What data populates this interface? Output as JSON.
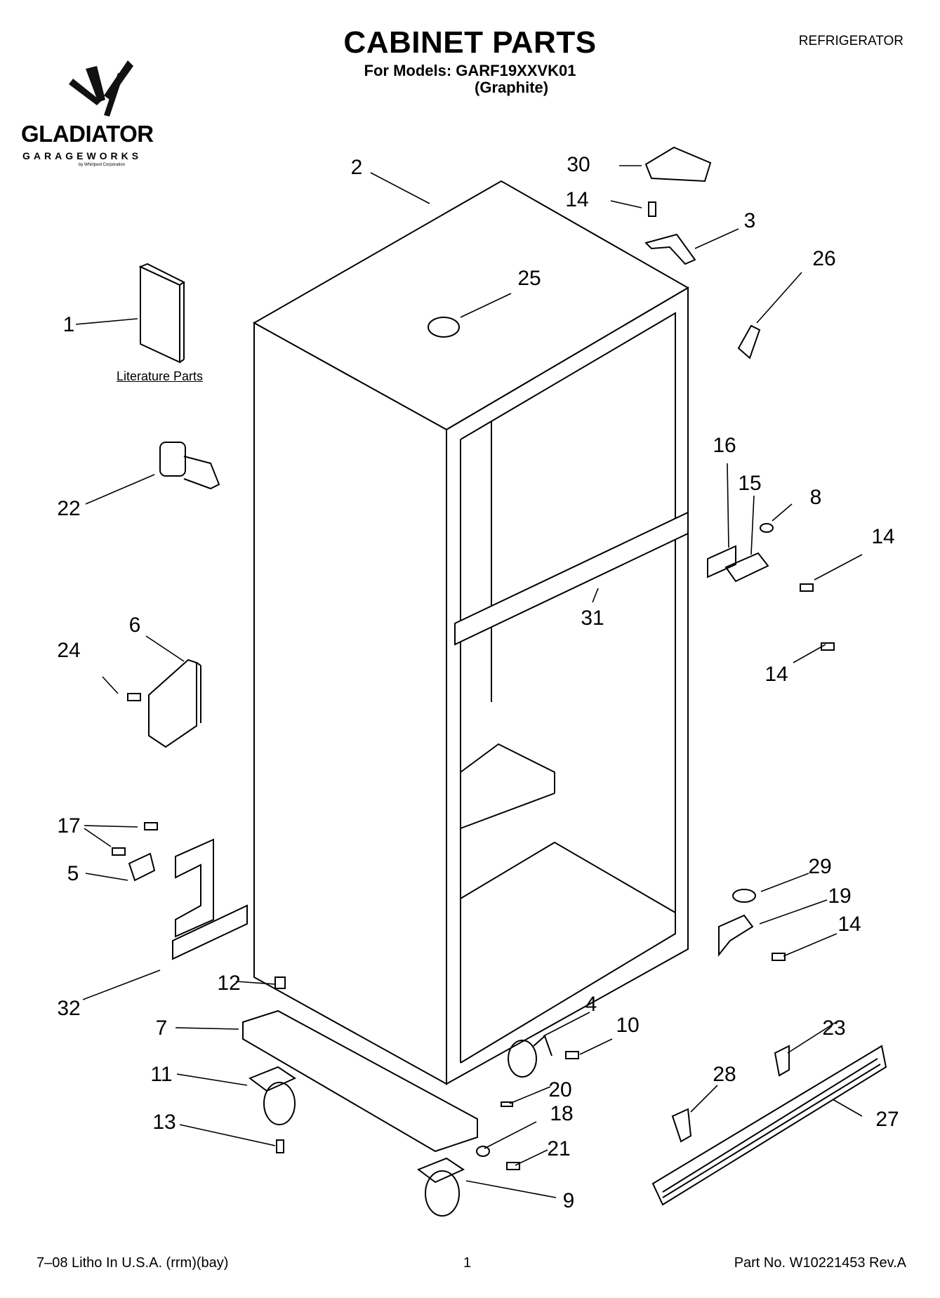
{
  "header": {
    "title": "CABINET PARTS",
    "models_line": "For Models: GARF19XXVK01",
    "color_line": "(Graphite)",
    "category": "REFRIGERATOR"
  },
  "brand": {
    "name": "GLADIATOR",
    "tagline": "GARAGEWORKS",
    "corp": "by Whirlpool Corporation"
  },
  "literature_label": "Literature Parts",
  "callouts": [
    "1",
    "2",
    "3",
    "4",
    "5",
    "6",
    "7",
    "8",
    "9",
    "10",
    "11",
    "12",
    "13",
    "14",
    "15",
    "16",
    "17",
    "18",
    "19",
    "20",
    "21",
    "22",
    "23",
    "24",
    "25",
    "26",
    "27",
    "28",
    "29",
    "30",
    "31",
    "32"
  ],
  "footer": {
    "left": "7–08 Litho In U.S.A. (rrm)(bay)",
    "page": "1",
    "part_no": "Part No. W10221453 Rev.A"
  }
}
